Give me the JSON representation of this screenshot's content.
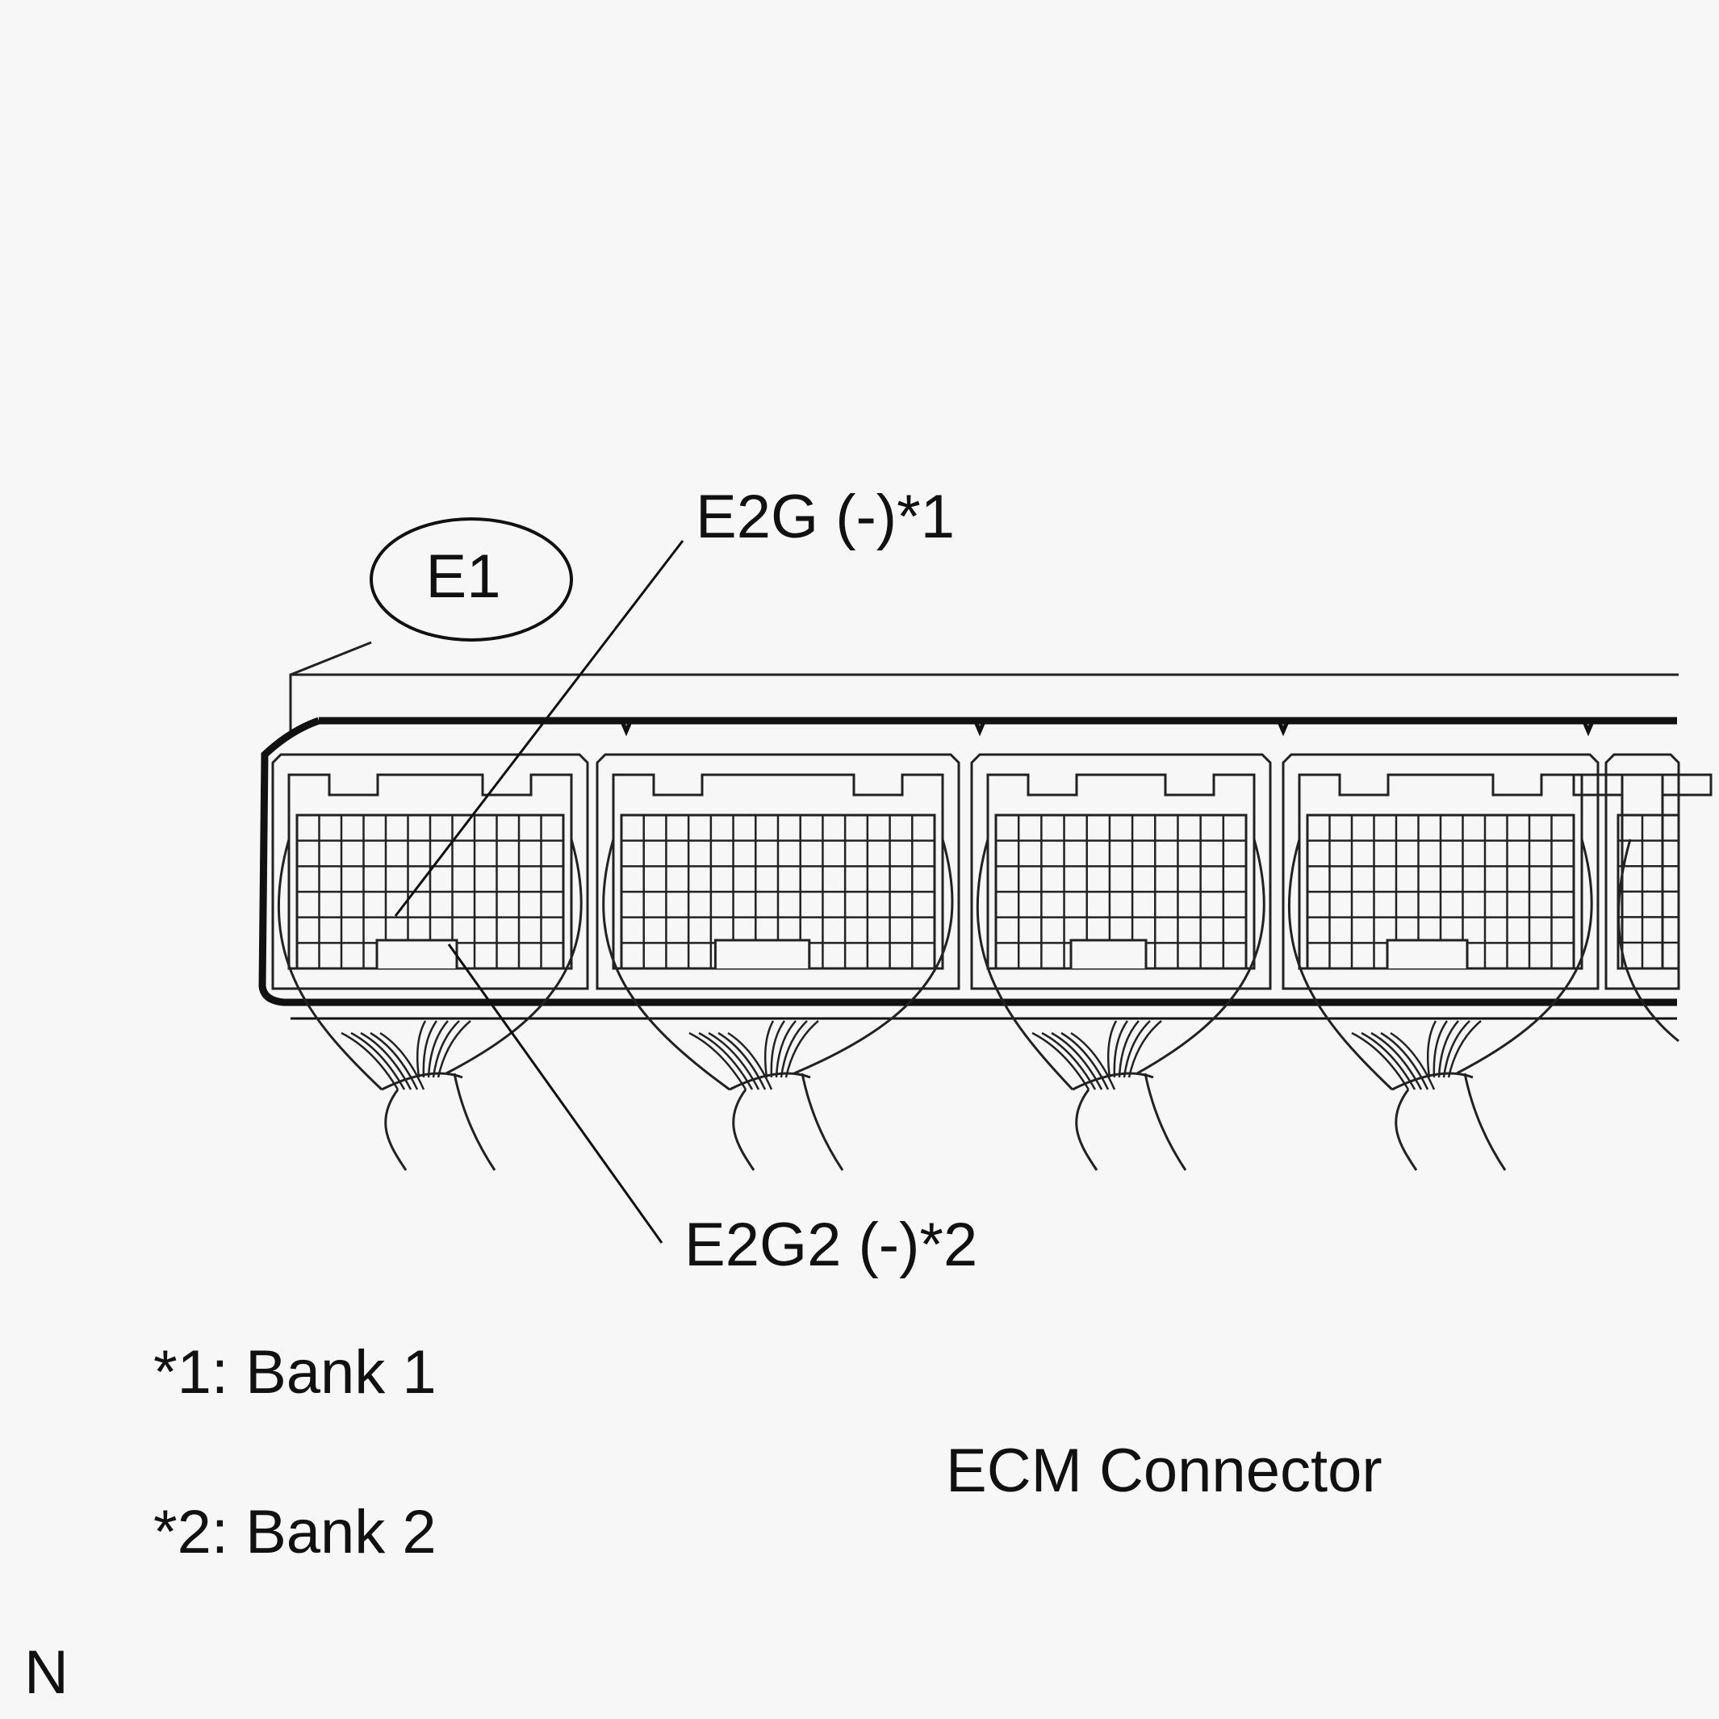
{
  "diagram": {
    "connector_code": "E1",
    "terminal_bank1": "E2G (-)*1",
    "terminal_bank2": "E2G2 (-)*2",
    "caption": "ECM Connector",
    "footnotes": [
      {
        "text": "*1: Bank 1"
      },
      {
        "text": "*2: Bank 2"
      }
    ],
    "corner_mark": "N",
    "blocks": [
      {
        "id": "block-1"
      },
      {
        "id": "block-2"
      },
      {
        "id": "block-3"
      },
      {
        "id": "block-4"
      },
      {
        "id": "block-5-partial"
      }
    ]
  }
}
